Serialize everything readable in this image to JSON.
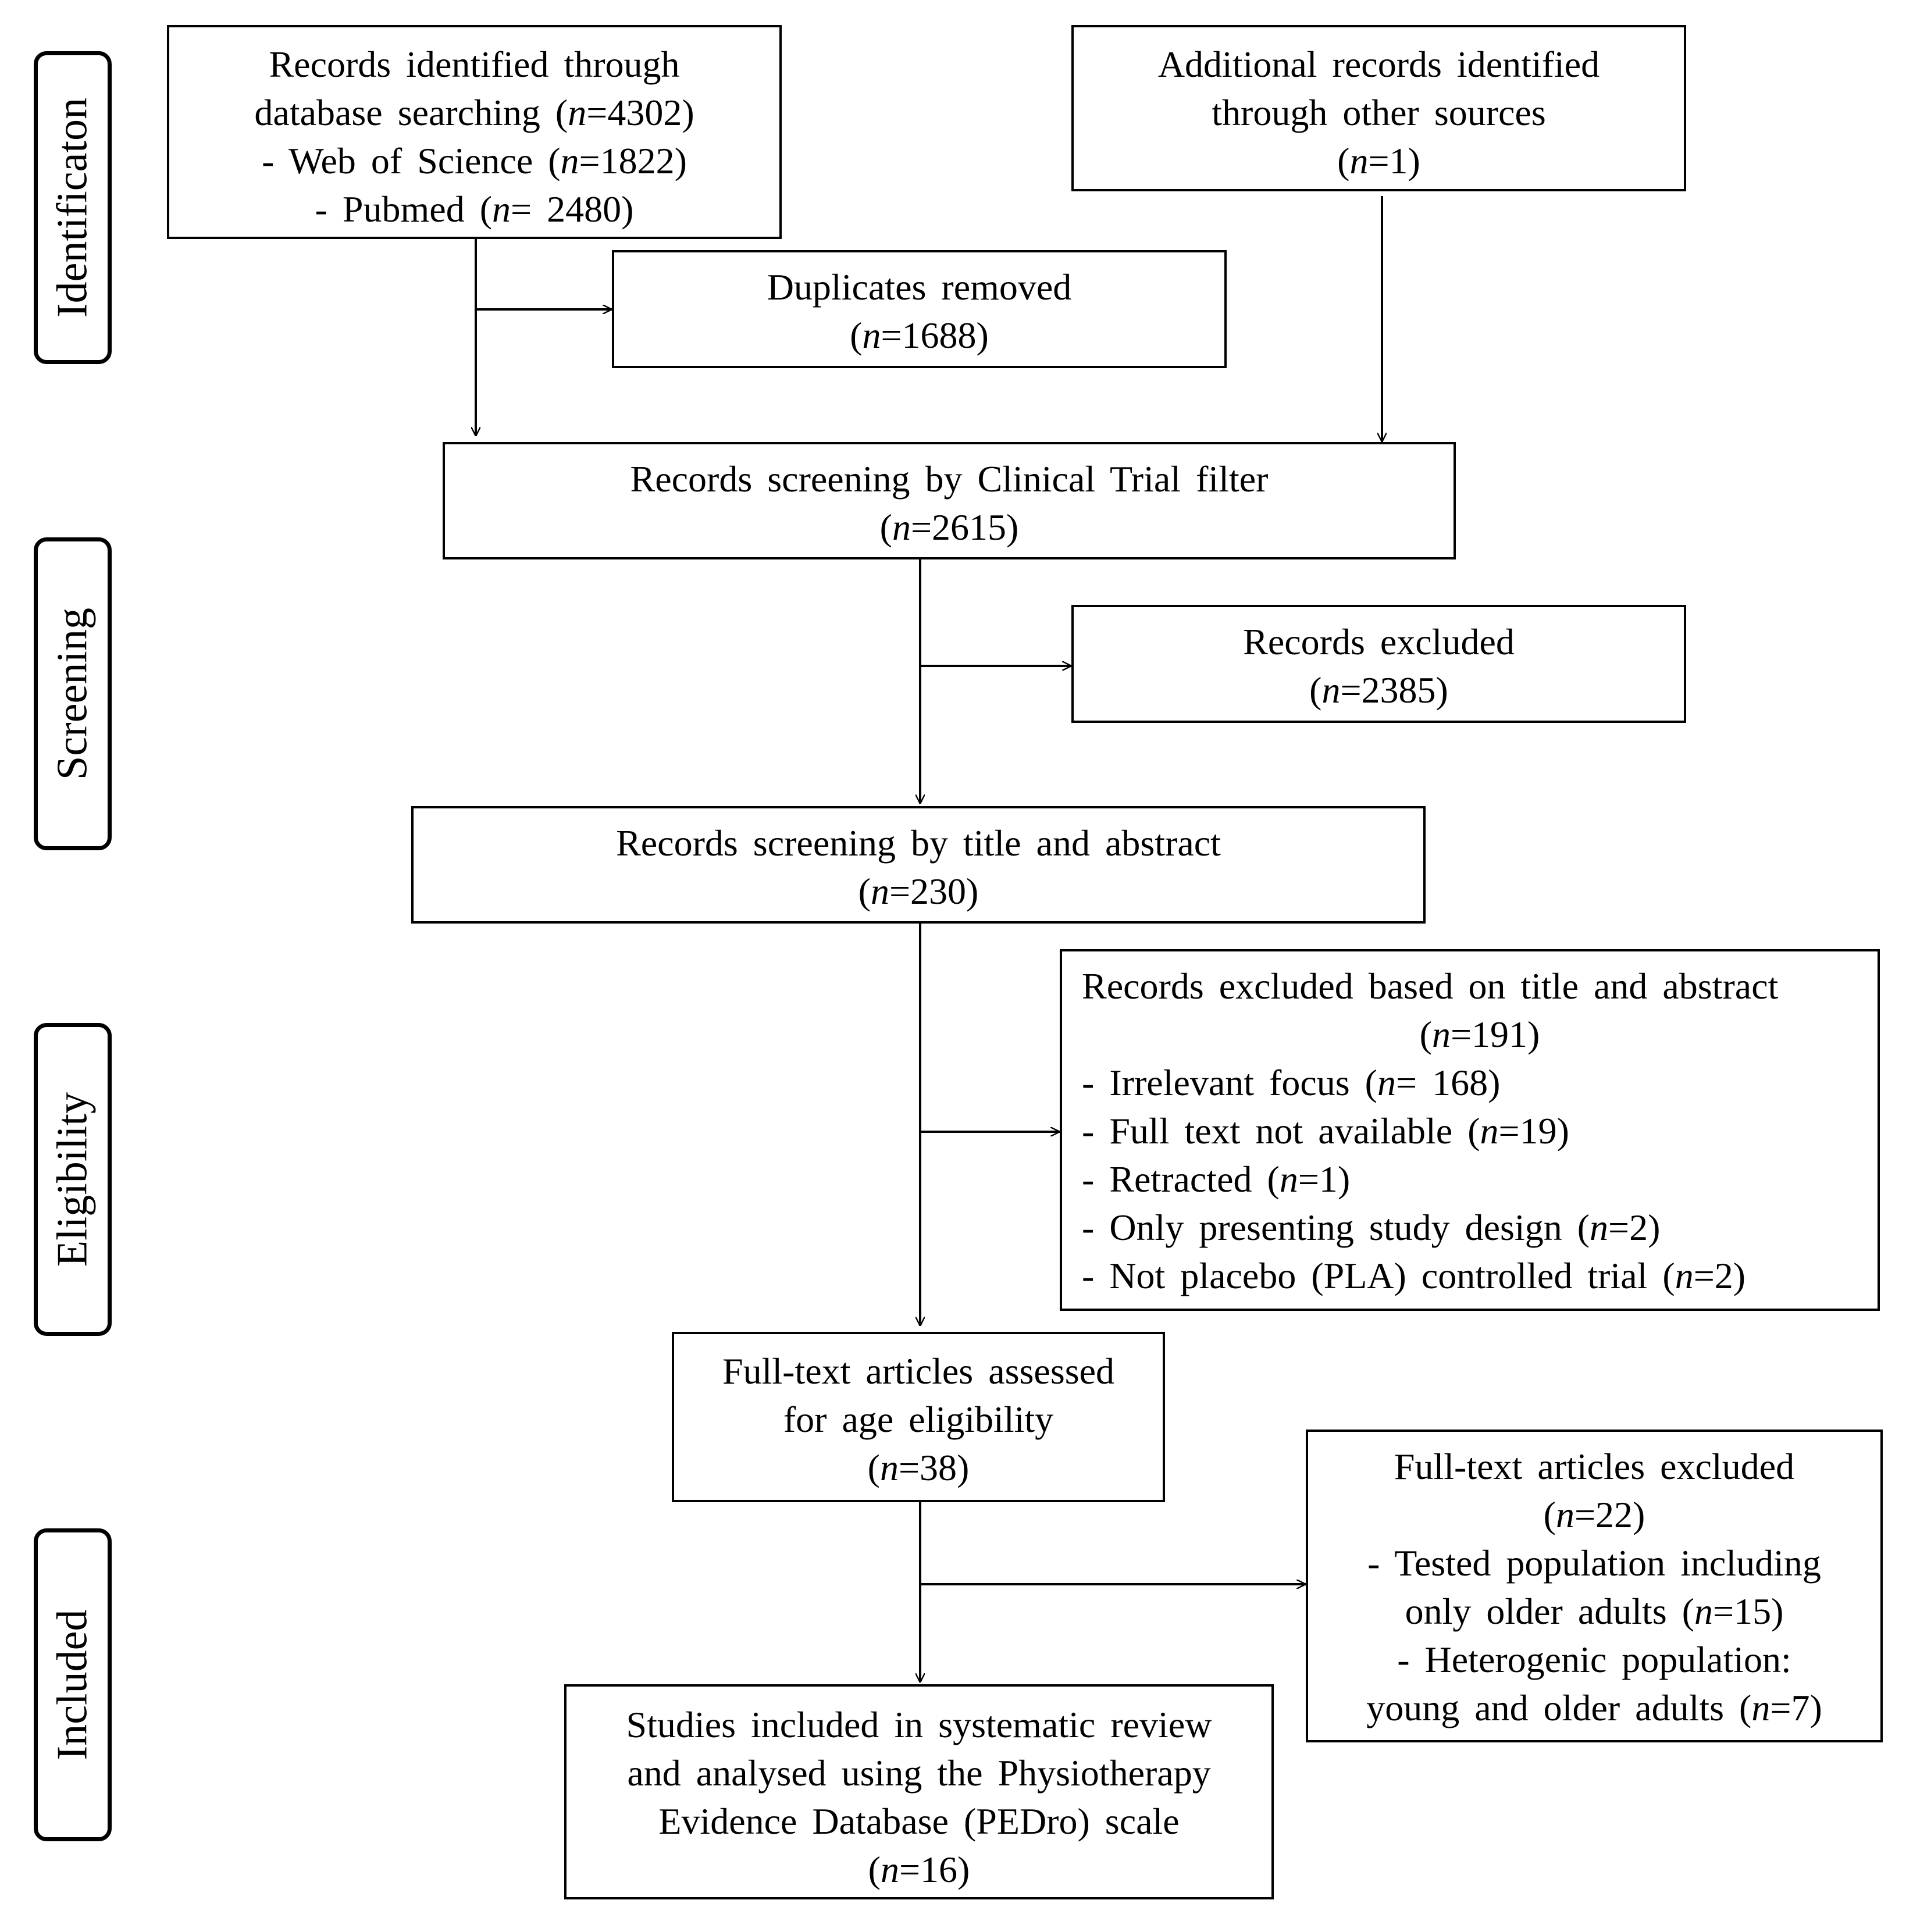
{
  "stages": [
    {
      "id": "identification",
      "label": "Identificaton"
    },
    {
      "id": "screening",
      "label": "Screening"
    },
    {
      "id": "eligibility",
      "label": "Eligibility"
    },
    {
      "id": "included",
      "label": "Included"
    }
  ],
  "boxes": {
    "database_search": {
      "lines": [
        "Records identified through",
        "database searching (n=4302)",
        "- Web of Science (n=1822)",
        "- Pubmed (n= 2480)"
      ]
    },
    "other_sources": {
      "lines": [
        "Additional records identified",
        "through other sources",
        "(n=1)"
      ]
    },
    "duplicates_removed": {
      "lines": [
        "Duplicates removed",
        "(n=1688)"
      ]
    },
    "clinical_trial_filter": {
      "lines": [
        "Records screening by Clinical Trial filter",
        "(n=2615)"
      ]
    },
    "records_excluded": {
      "lines": [
        "Records excluded",
        "(n=2385)"
      ]
    },
    "title_abstract_screening": {
      "lines": [
        "Records screening by title and abstract",
        "(n=230)"
      ]
    },
    "excluded_title_abstract": {
      "lines": [
        "Records excluded based on title and abstract",
        "(n=191)",
        "- Irrelevant focus (n= 168)",
        "- Full text not available (n=19)",
        "- Retracted (n=1)",
        "- Only presenting study design (n=2)",
        "- Not placebo (PLA) controlled trial (n=2)"
      ]
    },
    "full_text_assessed": {
      "lines": [
        "Full-text articles assessed",
        "for age eligibility",
        "(n=38)"
      ]
    },
    "full_text_excluded": {
      "lines": [
        "Full-text articles excluded",
        "(n=22)",
        "- Tested population including",
        "only older adults (n=15)",
        "- Heterogenic population:",
        "young and older adults  (n=7)"
      ]
    },
    "studies_included": {
      "lines": [
        "Studies included in systematic review",
        "and analysed using the Physiotherapy",
        "Evidence Database (PEDro) scale",
        "(n=16)"
      ]
    }
  }
}
